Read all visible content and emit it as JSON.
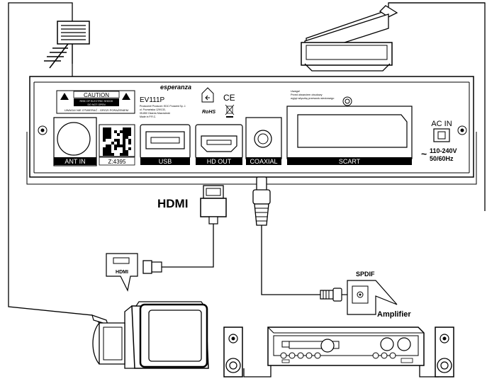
{
  "receiver": {
    "brand": "esperanza",
    "model": "EV111P",
    "producer_text": [
      "Producent/ Producer: EDC Ponarek Sp. J.",
      "ul. Poznańska 129/133,",
      "05-850 Ożarów Mazowiecki",
      "Made in P.R.C."
    ],
    "caution_title": "CAUTION",
    "caution_line1": "RISK OF ELECTRIC SHOCK",
    "caution_line2": "DO NOT OPEN",
    "warning_text": "UWAGA! NIE OTWIERAĆ - GROZI PORAŻENIEM",
    "rohs": "RoHS",
    "ce": "CE",
    "service_note": [
      "Uwaga!",
      "Przed otwarciem obudowy",
      "wyjąć wtyczkę przewodu sieciowego"
    ],
    "ac_in": "AC IN",
    "power_spec_1": "110-240V",
    "power_spec_2": "50/60Hz",
    "qr_code": "Z:4395",
    "ports": {
      "ant_in": "ANT IN",
      "usb": "USB",
      "hd_out": "HD OUT",
      "coaxial": "COAXIAL",
      "scart": "SCART"
    }
  },
  "labels": {
    "hdmi_cable": "HDMI",
    "hdmi_tv": "HDMI",
    "spdif": "SPDIF",
    "amplifier": "Amplifier"
  }
}
